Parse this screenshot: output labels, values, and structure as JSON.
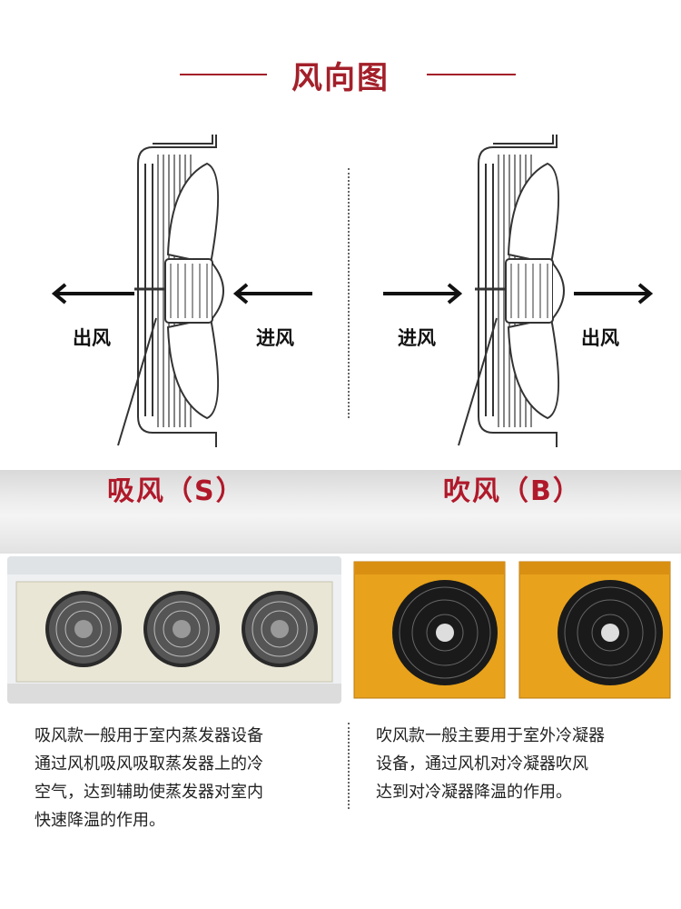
{
  "header": {
    "title": "风向图"
  },
  "left_diagram": {
    "out_label": "出风",
    "in_label": "进风",
    "mode_label": "吸风（S）"
  },
  "right_diagram": {
    "in_label": "进风",
    "out_label": "出风",
    "mode_label": "吹风（B）"
  },
  "descriptions": {
    "left": [
      "吸风款一般用于室内蒸发器设备",
      "通过风机吸风吸取蒸发器上的冷",
      "空气，达到辅助使蒸发器对室内",
      "快速降温的作用。"
    ],
    "right": [
      "吹风款一般主要用于室外冷凝器",
      "设备，通过风机对冷凝器吹风",
      "达到对冷凝器降温的作用。"
    ]
  },
  "colors": {
    "accent": "#a3202a",
    "unit_orange": "#e8a21c"
  }
}
